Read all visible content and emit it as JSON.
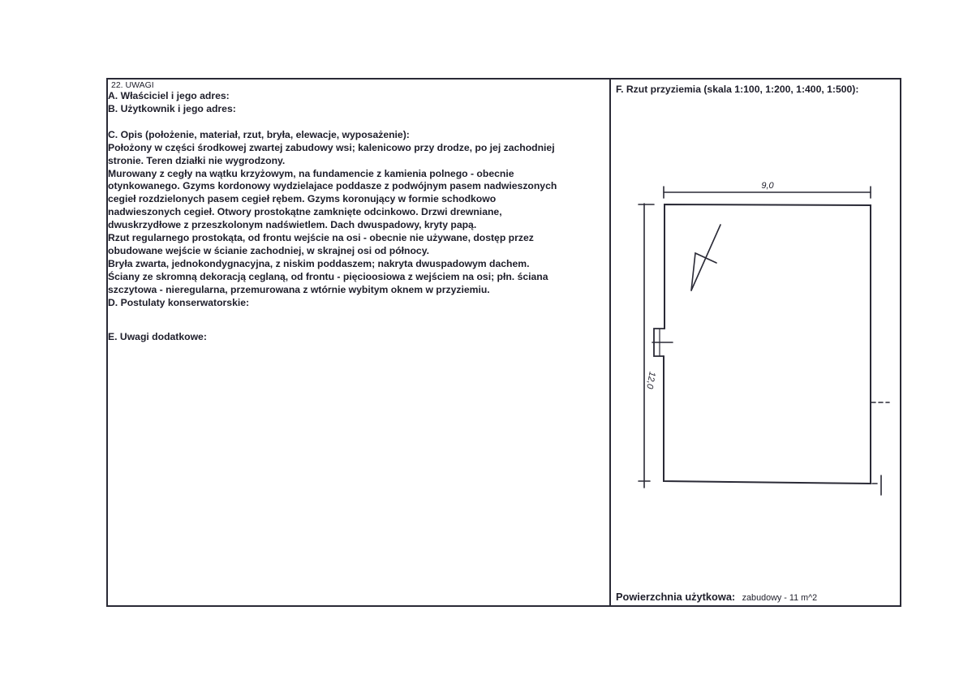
{
  "section": {
    "number": "22. UWAGI"
  },
  "left": {
    "owner_label": "A. Właściciel i jego adres:",
    "user_label": "B. Użytkownik i jego adres:",
    "description_label": "C. Opis (położenie, materiał, rzut, bryła, elewacje, wyposażenie):",
    "description_lines": [
      "Położony w części środkowej zwartej zabudowy wsi; kalenicowo przy drodze, po jej zachodniej",
      "stronie. Teren działki nie wygrodzony.",
      "Murowany z cegły na wątku krzyżowym, na fundamencie z kamienia polnego - obecnie",
      "otynkowanego. Gzyms kordonowy wydzielajace poddasze z podwójnym pasem  nadwieszonych",
      "cegieł rozdzielonych pasem cegieł rębem. Gzyms koronujący w formie schodkowo",
      "nadwieszonych cegieł. Otwory prostokątne zamknięte odcinkowo. Drzwi drewniane,",
      "dwuskrzydłowe z przeszkolonym nadświetlem. Dach dwuspadowy, kryty papą.",
      "Rzut regularnego prostokąta, od frontu wejście na osi - obecnie nie używane, dostęp przez",
      "obudowane wejście w ścianie zachodniej, w skrajnej osi od północy.",
      "Bryła zwarta,  jednokondygnacyjna, z niskim poddaszem; nakryta dwuspadowym dachem.",
      "Ściany ze skromną dekoracją ceglaną, od frontu - pięcioosiowa z wejściem na osi;  płn. ściana",
      "szczytowa - nieregularna, przemurowana z wtórnie wybitym oknem w przyziemiu."
    ],
    "postulates_label": "D. Postulaty konserwatorskie:",
    "remarks_label": "E. Uwagi dodatkowe:"
  },
  "right": {
    "title": "F. Rzut przyziemia (skala 1:100, 1:200, 1:400, 1:500):",
    "plan": {
      "width_dimension": "9,0",
      "length_dimension": "12,0"
    },
    "area_label": "Powierzchnia użytkowa:",
    "area_value": "zabudowy - 11 m^2"
  },
  "colors": {
    "ink": "#1e1e2a",
    "line": "#2a2a36"
  }
}
